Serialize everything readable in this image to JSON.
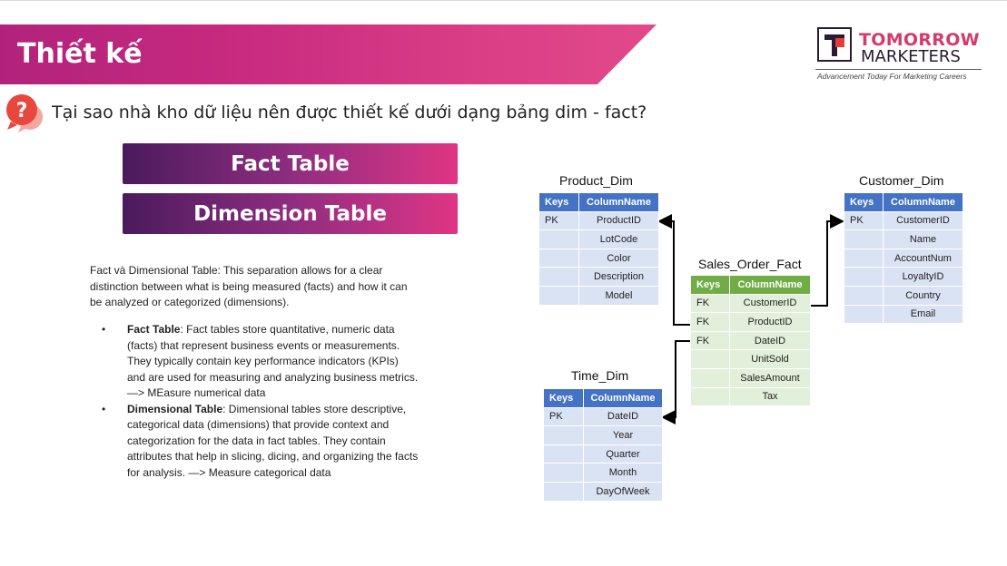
{
  "header": {
    "title": "Thiết kế",
    "logo_line1": "TOMORROW",
    "logo_line2": "MARKETERS",
    "logo_tagline": "Advancement Today For Marketing Careers"
  },
  "question": {
    "icon": "question-bubble-icon",
    "icon_glyph": "?",
    "text": "Tại sao nhà kho dữ liệu nên được thiết kế dưới dạng bảng dim - fact?"
  },
  "pills": {
    "fact": "Fact Table",
    "dimension": "Dimension Table"
  },
  "body": {
    "intro": "Fact và Dimensional Table:  This separation allows for a clear distinction between what is being measured (facts) and how it can be analyzed or categorized (dimensions).",
    "bullets": [
      {
        "term": "Fact Table",
        "text": ": Fact tables store quantitative, numeric data (facts) that represent business events or measurements. They typically contain key performance indicators (KPIs) and are used for measuring and analyzing business metrics. —> MEasure numerical data"
      },
      {
        "term": "Dimensional Table",
        "text": ": Dimensional tables store descriptive, categorical data (dimensions) that provide context and categorization for the data in fact tables. They contain attributes that help in slicing, dicing, and organizing the facts for analysis. —> Measure categorical data"
      }
    ]
  },
  "diagram": {
    "header_keys": "Keys",
    "header_column": "ColumnName",
    "bullet_glyph": "•",
    "tables": {
      "product_dim": {
        "name": "Product_Dim",
        "rows": [
          {
            "key": "PK",
            "col": "ProductID"
          },
          {
            "key": "",
            "col": "LotCode"
          },
          {
            "key": "",
            "col": "Color"
          },
          {
            "key": "",
            "col": "Description"
          },
          {
            "key": "",
            "col": "Model"
          }
        ]
      },
      "customer_dim": {
        "name": "Customer_Dim",
        "rows": [
          {
            "key": "PK",
            "col": "CustomerID"
          },
          {
            "key": "",
            "col": "Name"
          },
          {
            "key": "",
            "col": "AccountNum"
          },
          {
            "key": "",
            "col": "LoyaltyID"
          },
          {
            "key": "",
            "col": "Country"
          },
          {
            "key": "",
            "col": "Email"
          }
        ]
      },
      "sales_order_fact": {
        "name": "Sales_Order_Fact",
        "rows": [
          {
            "key": "FK",
            "col": "CustomerID"
          },
          {
            "key": "FK",
            "col": "ProductID"
          },
          {
            "key": "FK",
            "col": "DateID"
          },
          {
            "key": "",
            "col": "UnitSold"
          },
          {
            "key": "",
            "col": "SalesAmount"
          },
          {
            "key": "",
            "col": "Tax"
          }
        ]
      },
      "time_dim": {
        "name": "Time_Dim",
        "rows": [
          {
            "key": "PK",
            "col": "DateID"
          },
          {
            "key": "",
            "col": "Year"
          },
          {
            "key": "",
            "col": "Quarter"
          },
          {
            "key": "",
            "col": "Month"
          },
          {
            "key": "",
            "col": "DayOfWeek"
          }
        ]
      }
    }
  },
  "colors": {
    "banner": "#c72a7f",
    "dim_header": "#4472c4",
    "dim_row": "#dae3f3",
    "fact_header": "#70ad47",
    "fact_row": "#e2efda"
  }
}
